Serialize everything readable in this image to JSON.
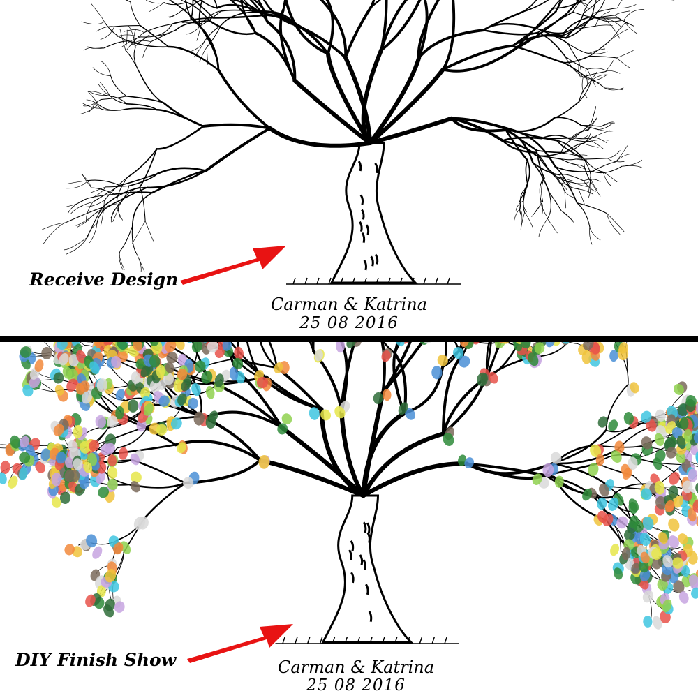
{
  "top_panel": {
    "caption": "Receive Design",
    "names": "Carman & Katrina",
    "date": "25 08 2016"
  },
  "bottom_panel": {
    "caption": "DIY Finish Show",
    "names": "Carman & Katrina",
    "date": "25 08 2016"
  },
  "colors": {
    "arrow": "#e81313",
    "divider": "#000000",
    "ink": "#000000",
    "fingerprints": [
      "#e8524a",
      "#f28a3c",
      "#8fd14f",
      "#2e8b3a",
      "#2f6d3a",
      "#3fc6e0",
      "#4a8fd6",
      "#c7a4e0",
      "#e6e64a",
      "#f0c33c",
      "#7a6a5a",
      "#d9d9d9"
    ]
  },
  "icons": {
    "tree": "tree-illustration",
    "arrow": "red-arrow-icon"
  }
}
